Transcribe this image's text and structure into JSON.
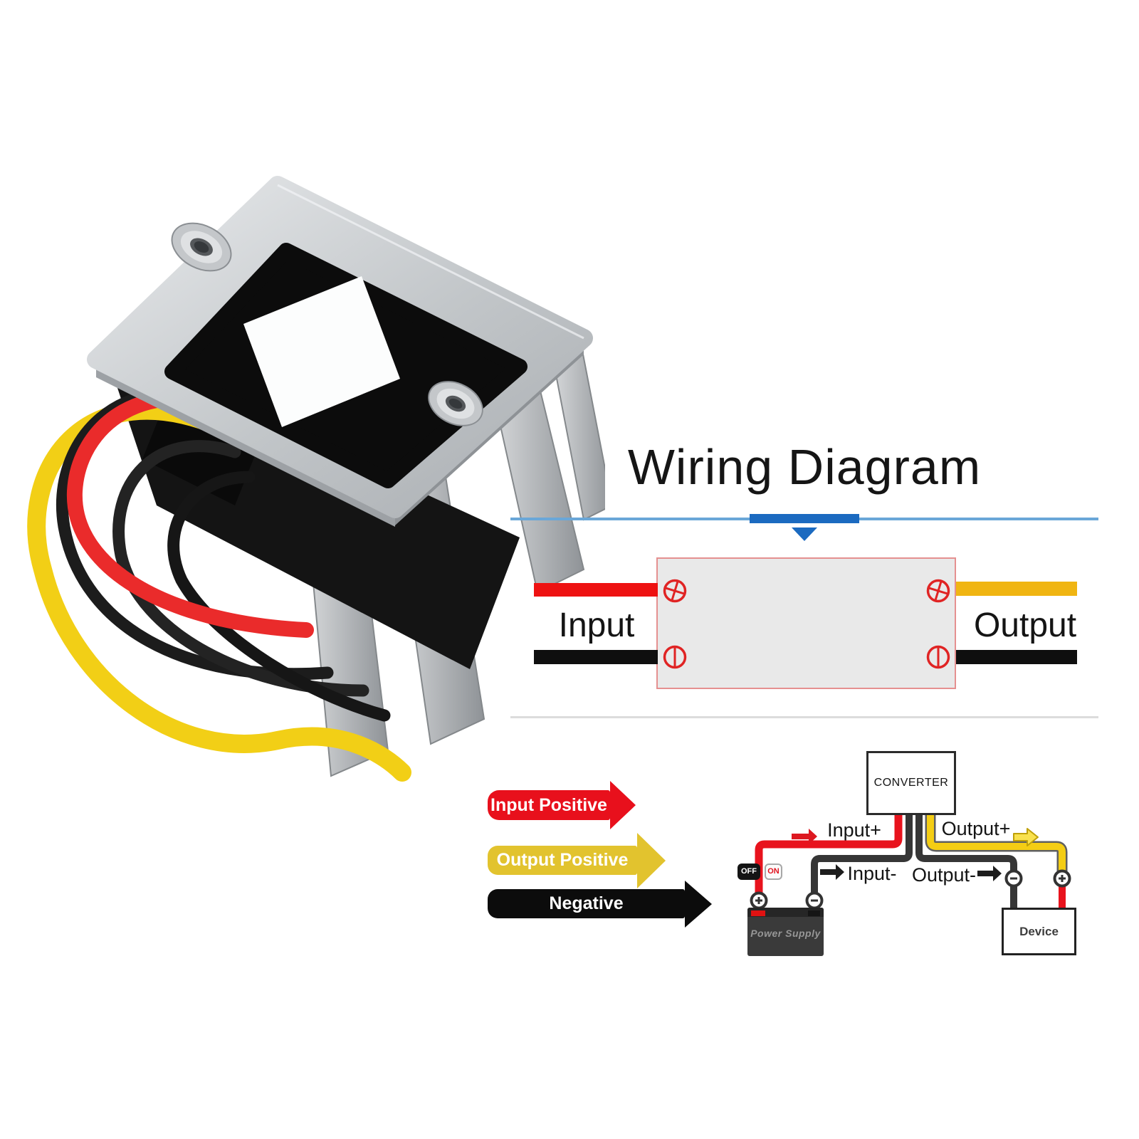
{
  "title": "Wiring Diagram",
  "block_diagram": {
    "input_label": "Input",
    "output_label": "Output"
  },
  "legend": {
    "items": [
      {
        "label": "Input Positive",
        "color": "#e8101c"
      },
      {
        "label": "Output Positive",
        "color": "#e2c32e"
      },
      {
        "label": "Negative",
        "color": "#0c0c0c"
      }
    ]
  },
  "schematic": {
    "converter_label": "CONVERTER",
    "input_pos_label": "Input+",
    "output_pos_label": "Output+",
    "input_neg_label": "Input-",
    "output_neg_label": "Output-",
    "switch_off_label": "OFF",
    "switch_on_label": "ON",
    "power_supply_label": "Power Supply",
    "device_label": "Device"
  },
  "colors": {
    "accent_blue_dark": "#1b6ac0",
    "accent_blue_light": "#6aa7d8",
    "wire_red": "#e8131d",
    "wire_yellow": "#f0b512",
    "wire_black": "#141414",
    "diagram_box_fill": "#e9e9e9",
    "diagram_box_border": "#e59090",
    "terminal_red": "#e02424",
    "divider_gray": "#dcdcdc"
  }
}
